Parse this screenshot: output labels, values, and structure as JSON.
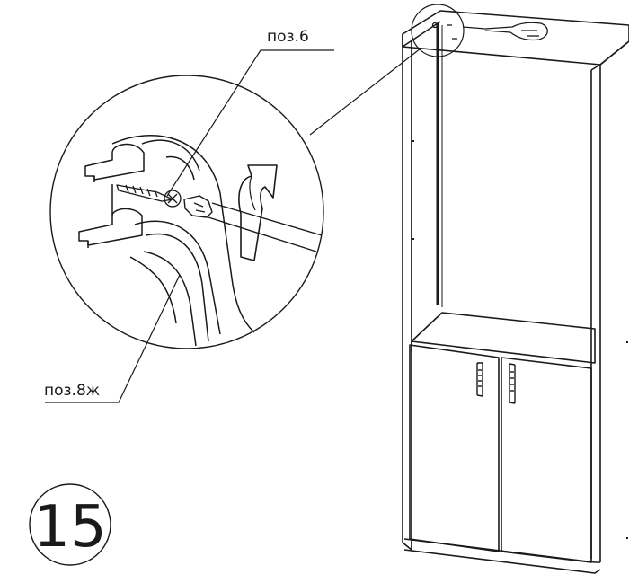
{
  "step": {
    "number": "15"
  },
  "callouts": {
    "screw": {
      "label": "поз.6"
    },
    "rail": {
      "label": "поз.8ж"
    }
  },
  "colors": {
    "line": "#1a1a1a",
    "background": "#ffffff"
  }
}
